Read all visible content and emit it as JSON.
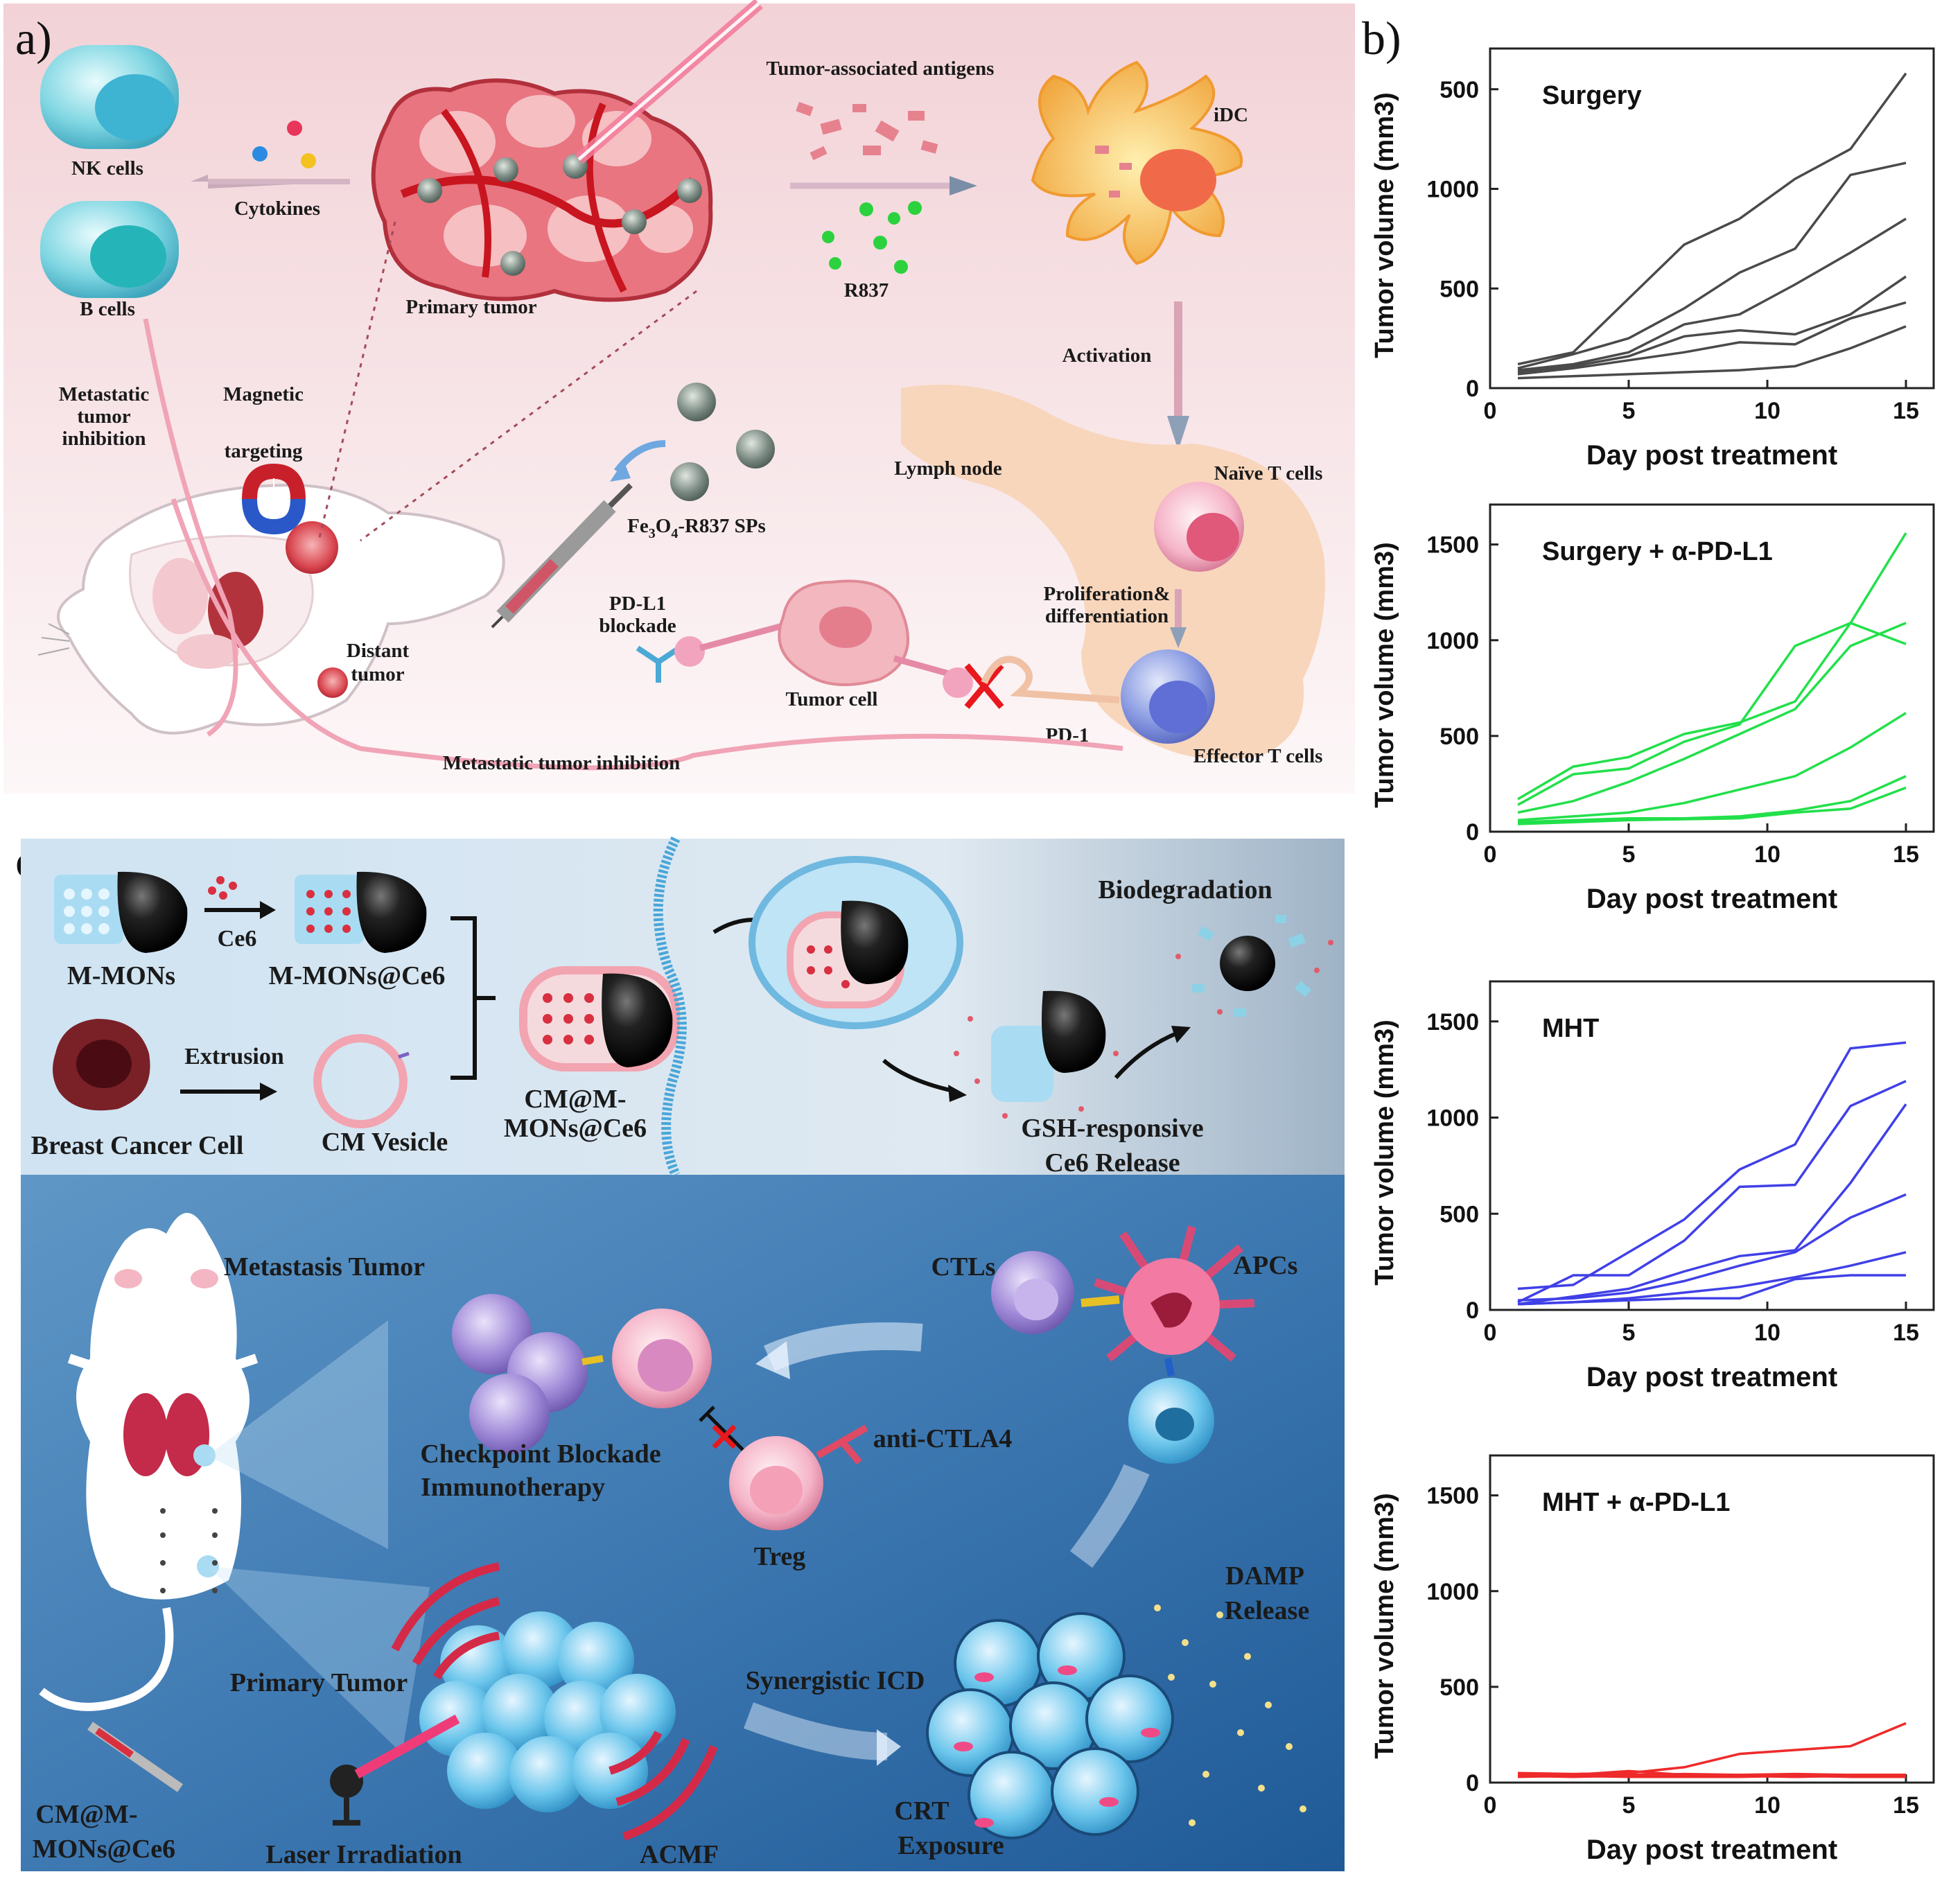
{
  "panel_labels": {
    "a": "a)",
    "b": "b)",
    "c": "c)"
  },
  "panel_a": {
    "nk_cells": "NK cells",
    "b_cells": "B cells",
    "cytokines": "Cytokines",
    "primary_tumor": "Primary tumor",
    "tumor_antigens": "Tumor-associated antigens",
    "r837": "R837",
    "idc": "iDC",
    "activation": "Activation",
    "metastatic_inhibition_l1": "Metastatic",
    "metastatic_inhibition_l2": "tumor",
    "metastatic_inhibition_l3": "inhibition",
    "magnetic_l1": "Magnetic",
    "magnetic_l2": "targeting",
    "lymph_node": "Lymph node",
    "naive_t": "Naïve T cells",
    "sps_main": "Fe",
    "sps_sub1": "3",
    "sps_mid": "O",
    "sps_sub2": "4",
    "sps_tail": "-R837 SPs",
    "prolif_l1": "Proliferation&",
    "prolif_l2": "differentiation",
    "pdl1_l1": "PD-L1",
    "pdl1_l2": "blockade",
    "tumor_cell": "Tumor cell",
    "pd1": "PD-1",
    "distant_l1": "Distant",
    "distant_l2": "tumor",
    "metastatic_bottom": "Metastatic tumor inhibition",
    "effector_t": "Effector T cells"
  },
  "panel_c": {
    "m_mons": "M-MONs",
    "ce6": "Ce6",
    "m_mons_ce6": "M-MONs@Ce6",
    "extrusion": "Extrusion",
    "breast_cancer": "Breast Cancer Cell",
    "cm_vesicle": "CM Vesicle",
    "cm_l1": "CM@M-",
    "cm_l2": "MONs@Ce6",
    "biodegradation": "Biodegradation",
    "gsh_l1": "GSH-responsive",
    "gsh_l2": "Ce6 Release",
    "metastasis_tumor": "Metastasis Tumor",
    "ctls": "CTLs",
    "apcs": "APCs",
    "checkpoint_l1": "Checkpoint  Blockade",
    "checkpoint_l2": "Immunotherapy",
    "anti_ctla4": "anti-CTLA4",
    "treg": "Treg",
    "damp_l1": "DAMP",
    "damp_l2": "Release",
    "primary_tumor": "Primary  Tumor",
    "synergistic": "Synergistic ICD",
    "crt_l1": "CRT",
    "crt_l2": "Exposure",
    "cm_inj_l1": "CM@M-",
    "cm_inj_l2": "MONs@Ce6",
    "laser": "Laser Irradiation",
    "acmf": "ACMF"
  },
  "chart_data": [
    {
      "type": "line",
      "title": "Surgery",
      "xlabel": "Day post treatment",
      "ylabel": "Tumor volume (mm3)",
      "xlim": [
        0,
        16
      ],
      "ylim": [
        0,
        1600
      ],
      "xticks": [
        0,
        5,
        10,
        15
      ],
      "yticks": [
        0,
        500,
        1000,
        1500
      ],
      "ytick_labels": [
        "0",
        "500",
        "1000",
        "500"
      ],
      "color": "#4a4a4a",
      "series": [
        {
          "x": [
            1,
            3,
            5,
            7,
            9,
            11,
            13,
            15
          ],
          "y": [
            120,
            180,
            450,
            720,
            850,
            1050,
            1200,
            1580
          ]
        },
        {
          "x": [
            1,
            3,
            5,
            7,
            9,
            11,
            13,
            15
          ],
          "y": [
            100,
            170,
            250,
            400,
            580,
            700,
            1070,
            1130
          ]
        },
        {
          "x": [
            1,
            3,
            5,
            7,
            9,
            11,
            13,
            15
          ],
          "y": [
            90,
            120,
            180,
            320,
            370,
            520,
            680,
            850
          ]
        },
        {
          "x": [
            1,
            3,
            5,
            7,
            9,
            11,
            13,
            15
          ],
          "y": [
            80,
            110,
            160,
            260,
            290,
            270,
            370,
            560
          ]
        },
        {
          "x": [
            1,
            3,
            5,
            7,
            9,
            11,
            13,
            15
          ],
          "y": [
            70,
            100,
            140,
            180,
            230,
            220,
            350,
            430
          ]
        },
        {
          "x": [
            1,
            3,
            5,
            7,
            9,
            11,
            13,
            15
          ],
          "y": [
            50,
            60,
            70,
            80,
            90,
            110,
            200,
            310
          ]
        }
      ]
    },
    {
      "type": "line",
      "title": "Surgery + α-PD-L1",
      "xlabel": "Day post treatment",
      "ylabel": "Tumor volume (mm3)",
      "xlim": [
        0,
        16
      ],
      "ylim": [
        0,
        1600
      ],
      "xticks": [
        0,
        5,
        10,
        15
      ],
      "yticks": [
        0,
        500,
        1000,
        1500
      ],
      "ytick_labels": [
        "0",
        "500",
        "1000",
        "1500"
      ],
      "color": "#22e04a",
      "series": [
        {
          "x": [
            1,
            3,
            5,
            7,
            9,
            11,
            13,
            15
          ],
          "y": [
            170,
            340,
            390,
            510,
            570,
            680,
            1090,
            1560
          ]
        },
        {
          "x": [
            1,
            3,
            5,
            7,
            9,
            11,
            13,
            15
          ],
          "y": [
            140,
            300,
            330,
            470,
            560,
            970,
            1090,
            980
          ]
        },
        {
          "x": [
            1,
            3,
            5,
            7,
            9,
            11,
            13,
            15
          ],
          "y": [
            100,
            160,
            260,
            380,
            510,
            640,
            970,
            1090
          ]
        },
        {
          "x": [
            1,
            3,
            5,
            7,
            9,
            11,
            13,
            15
          ],
          "y": [
            60,
            80,
            100,
            150,
            220,
            290,
            440,
            620
          ]
        },
        {
          "x": [
            1,
            3,
            5,
            7,
            9,
            11,
            13,
            15
          ],
          "y": [
            50,
            60,
            70,
            70,
            80,
            110,
            160,
            290
          ]
        },
        {
          "x": [
            1,
            3,
            5,
            7,
            9,
            11,
            13,
            15
          ],
          "y": [
            40,
            50,
            60,
            65,
            70,
            100,
            120,
            230
          ]
        }
      ]
    },
    {
      "type": "line",
      "title": "MHT",
      "xlabel": "Day post treatment",
      "ylabel": "Tumor volume (mm3)",
      "xlim": [
        0,
        16
      ],
      "ylim": [
        0,
        1600
      ],
      "xticks": [
        0,
        5,
        10,
        15
      ],
      "yticks": [
        0,
        500,
        1000,
        1500
      ],
      "ytick_labels": [
        "0",
        "500",
        "1000",
        "1500"
      ],
      "color": "#4040e8",
      "series": [
        {
          "x": [
            1,
            3,
            5,
            7,
            9,
            11,
            13,
            15
          ],
          "y": [
            110,
            130,
            300,
            470,
            730,
            860,
            1360,
            1390
          ]
        },
        {
          "x": [
            1,
            3,
            5,
            7,
            9,
            11,
            13,
            15
          ],
          "y": [
            40,
            180,
            180,
            360,
            640,
            650,
            1060,
            1190
          ]
        },
        {
          "x": [
            1,
            3,
            5,
            7,
            9,
            11,
            13,
            15
          ],
          "y": [
            30,
            70,
            110,
            200,
            280,
            310,
            660,
            1070
          ]
        },
        {
          "x": [
            1,
            3,
            5,
            7,
            9,
            11,
            13,
            15
          ],
          "y": [
            50,
            60,
            90,
            150,
            230,
            300,
            480,
            600
          ]
        },
        {
          "x": [
            1,
            3,
            5,
            7,
            9,
            11,
            13,
            15
          ],
          "y": [
            30,
            40,
            60,
            90,
            120,
            170,
            230,
            300
          ]
        },
        {
          "x": [
            1,
            3,
            5,
            7,
            9,
            11,
            13,
            15
          ],
          "y": [
            30,
            40,
            50,
            60,
            60,
            160,
            180,
            180
          ]
        }
      ]
    },
    {
      "type": "line",
      "title": "MHT + α-PD-L1",
      "xlabel": "Day post treatment",
      "ylabel": "Tumor volume (mm3)",
      "xlim": [
        0,
        16
      ],
      "ylim": [
        0,
        1600
      ],
      "xticks": [
        0,
        5,
        10,
        15
      ],
      "yticks": [
        0,
        500,
        1000,
        1500
      ],
      "ytick_labels": [
        "0",
        "500",
        "1000",
        "1500"
      ],
      "color": "#ee2a2a",
      "series": [
        {
          "x": [
            1,
            3,
            5,
            7,
            9,
            11,
            13,
            15
          ],
          "y": [
            50,
            45,
            50,
            80,
            150,
            170,
            190,
            310
          ]
        },
        {
          "x": [
            1,
            3,
            5,
            7,
            9,
            11,
            13,
            15
          ],
          "y": [
            45,
            40,
            60,
            40,
            40,
            30,
            40,
            40
          ]
        },
        {
          "x": [
            1,
            3,
            5,
            7,
            9,
            11,
            13,
            15
          ],
          "y": [
            40,
            35,
            40,
            45,
            40,
            45,
            40,
            40
          ]
        },
        {
          "x": [
            1,
            3,
            5,
            7,
            9,
            11,
            13,
            15
          ],
          "y": [
            35,
            30,
            35,
            35,
            35,
            40,
            35,
            35
          ]
        },
        {
          "x": [
            1,
            3,
            5,
            7,
            9,
            11,
            13,
            15
          ],
          "y": [
            30,
            35,
            30,
            30,
            30,
            35,
            30,
            30
          ]
        },
        {
          "x": [
            1,
            3,
            5,
            7,
            9,
            11,
            13,
            15
          ],
          "y": [
            40,
            40,
            35,
            30,
            35,
            30,
            35,
            30
          ]
        }
      ]
    }
  ]
}
